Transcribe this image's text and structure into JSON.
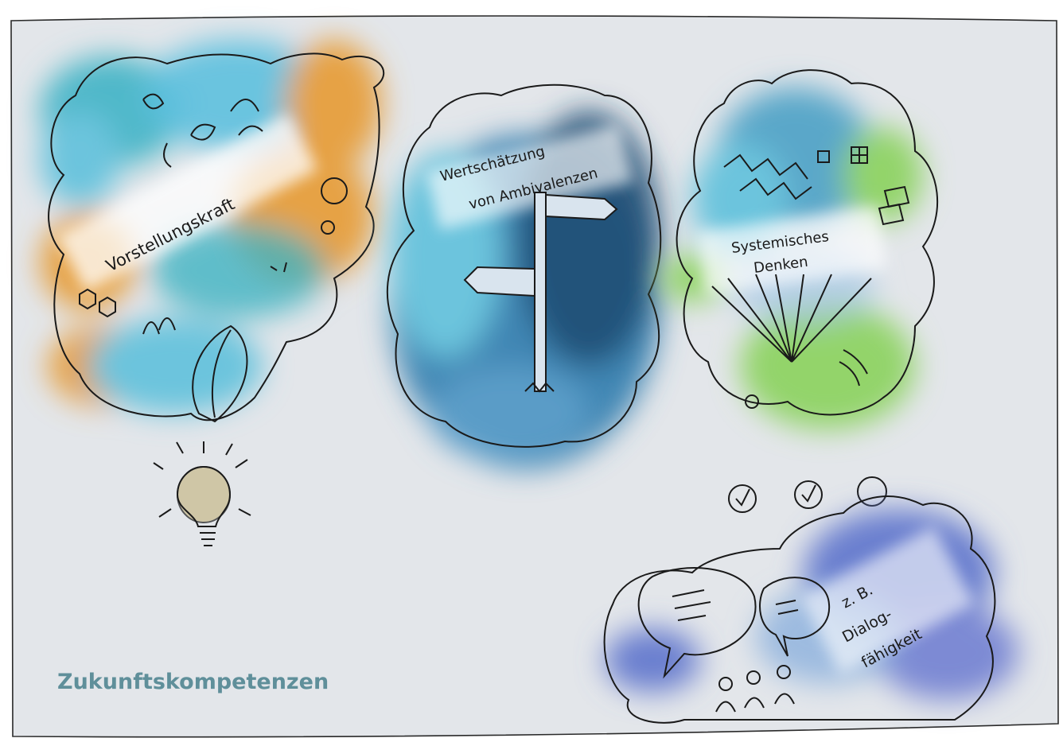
{
  "title": "Zukunftskompetenzen",
  "competencies": [
    {
      "label": "Vorstellungskraft",
      "icon": "lightbulb-icon"
    },
    {
      "label_line1": "Wertschätzung",
      "label_line2": "von Ambivalenzen",
      "icon": "signpost-icon"
    },
    {
      "label_line1": "Systemisches",
      "label_line2": "Denken",
      "icon": "network-icon"
    },
    {
      "label_line1": "z. B.",
      "label_line2": "Dialog-",
      "label_line3": "fähigkeit",
      "icon": "speech-bubbles-icon"
    }
  ],
  "colors": {
    "paper": "#e3e6ea",
    "ink": "#1a1a1a",
    "title": "#5f8f9a",
    "orange": "#e6a244",
    "cyan": "#6cc4dd",
    "blue": "#3f86b4",
    "navy": "#1f4d73",
    "green": "#93d46a",
    "violet": "#6a7fcf"
  },
  "checkmarks": [
    "checked",
    "checked",
    "unchecked"
  ]
}
